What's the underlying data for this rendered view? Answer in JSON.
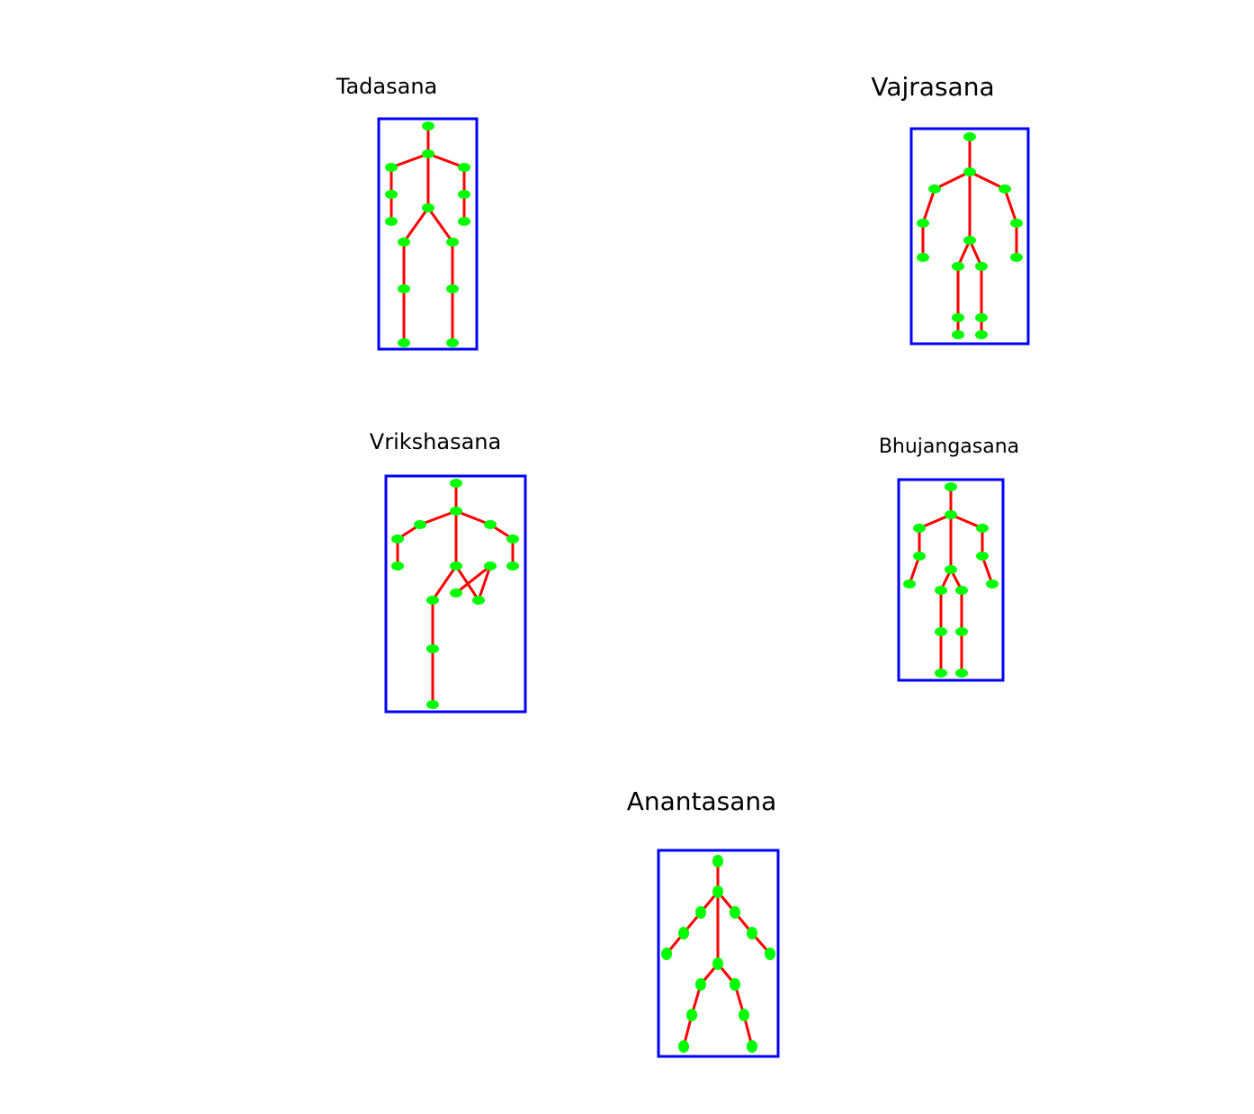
{
  "poses": [
    {
      "id": "tadasana",
      "name": "Tadasana"
    },
    {
      "id": "vajrasana",
      "name": "Vajrasana"
    },
    {
      "id": "vrikshasana",
      "name": "Vrikshasana"
    },
    {
      "id": "bhujangasana",
      "name": "Bhujangasana"
    },
    {
      "id": "anantasana",
      "name": "Anantasana"
    }
  ],
  "colors": {
    "background": "#ffffff",
    "box": "#0000ff",
    "bone": "#ff0000",
    "joint": "#00ff00",
    "label": "#000000"
  }
}
